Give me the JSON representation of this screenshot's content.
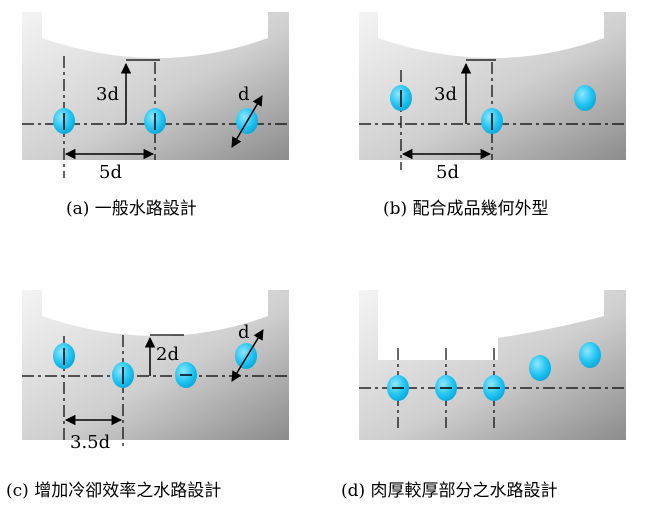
{
  "captions": {
    "a": "(a) 一般水路設計",
    "b": "(b) 配合成品幾何外型",
    "c": "(c) 增加冷卻效率之水路設計",
    "d": "(d) 肉厚較厚部分之水路設計"
  },
  "labels": {
    "a_depth": "3d",
    "a_pitch": "5d",
    "a_diameter": "d",
    "b_depth": "3d",
    "b_pitch": "5d",
    "c_depth": "2d",
    "c_pitch": "3.5d",
    "c_diameter": "d"
  },
  "colors": {
    "channel": "#1ec0f0",
    "channel_highlight": "#8fe6ff",
    "mold_light": "#f2f2f2",
    "mold_dark": "#8a8a8a"
  }
}
